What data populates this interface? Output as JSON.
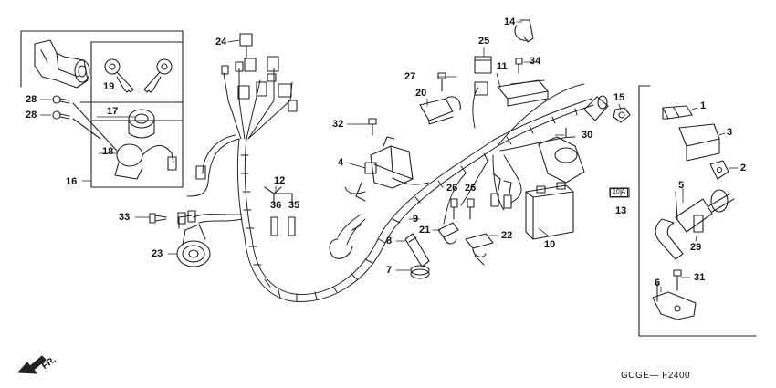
{
  "diagram": {
    "code": "GCGE— F2400",
    "direction_label": "FR.",
    "fuse_tag": "10 A",
    "callouts": {
      "c1": "1",
      "c2": "2",
      "c3": "3",
      "c4": "4",
      "c5": "5",
      "c6": "6",
      "c7": "7",
      "c8": "8",
      "c9": "9",
      "c10": "10",
      "c11": "11",
      "c12": "12",
      "c13": "13",
      "c14": "14",
      "c15": "15",
      "c16": "16",
      "c17": "17",
      "c18": "18",
      "c19": "19",
      "c20": "20",
      "c21": "21",
      "c22": "22",
      "c23": "23",
      "c24": "24",
      "c25": "25",
      "c26a": "26",
      "c26b": "26",
      "c27": "27",
      "c28a": "28",
      "c28b": "28",
      "c29": "29",
      "c30": "30",
      "c31": "31",
      "c32": "32",
      "c33": "33",
      "c34": "34",
      "c35": "35",
      "c36": "36"
    }
  }
}
